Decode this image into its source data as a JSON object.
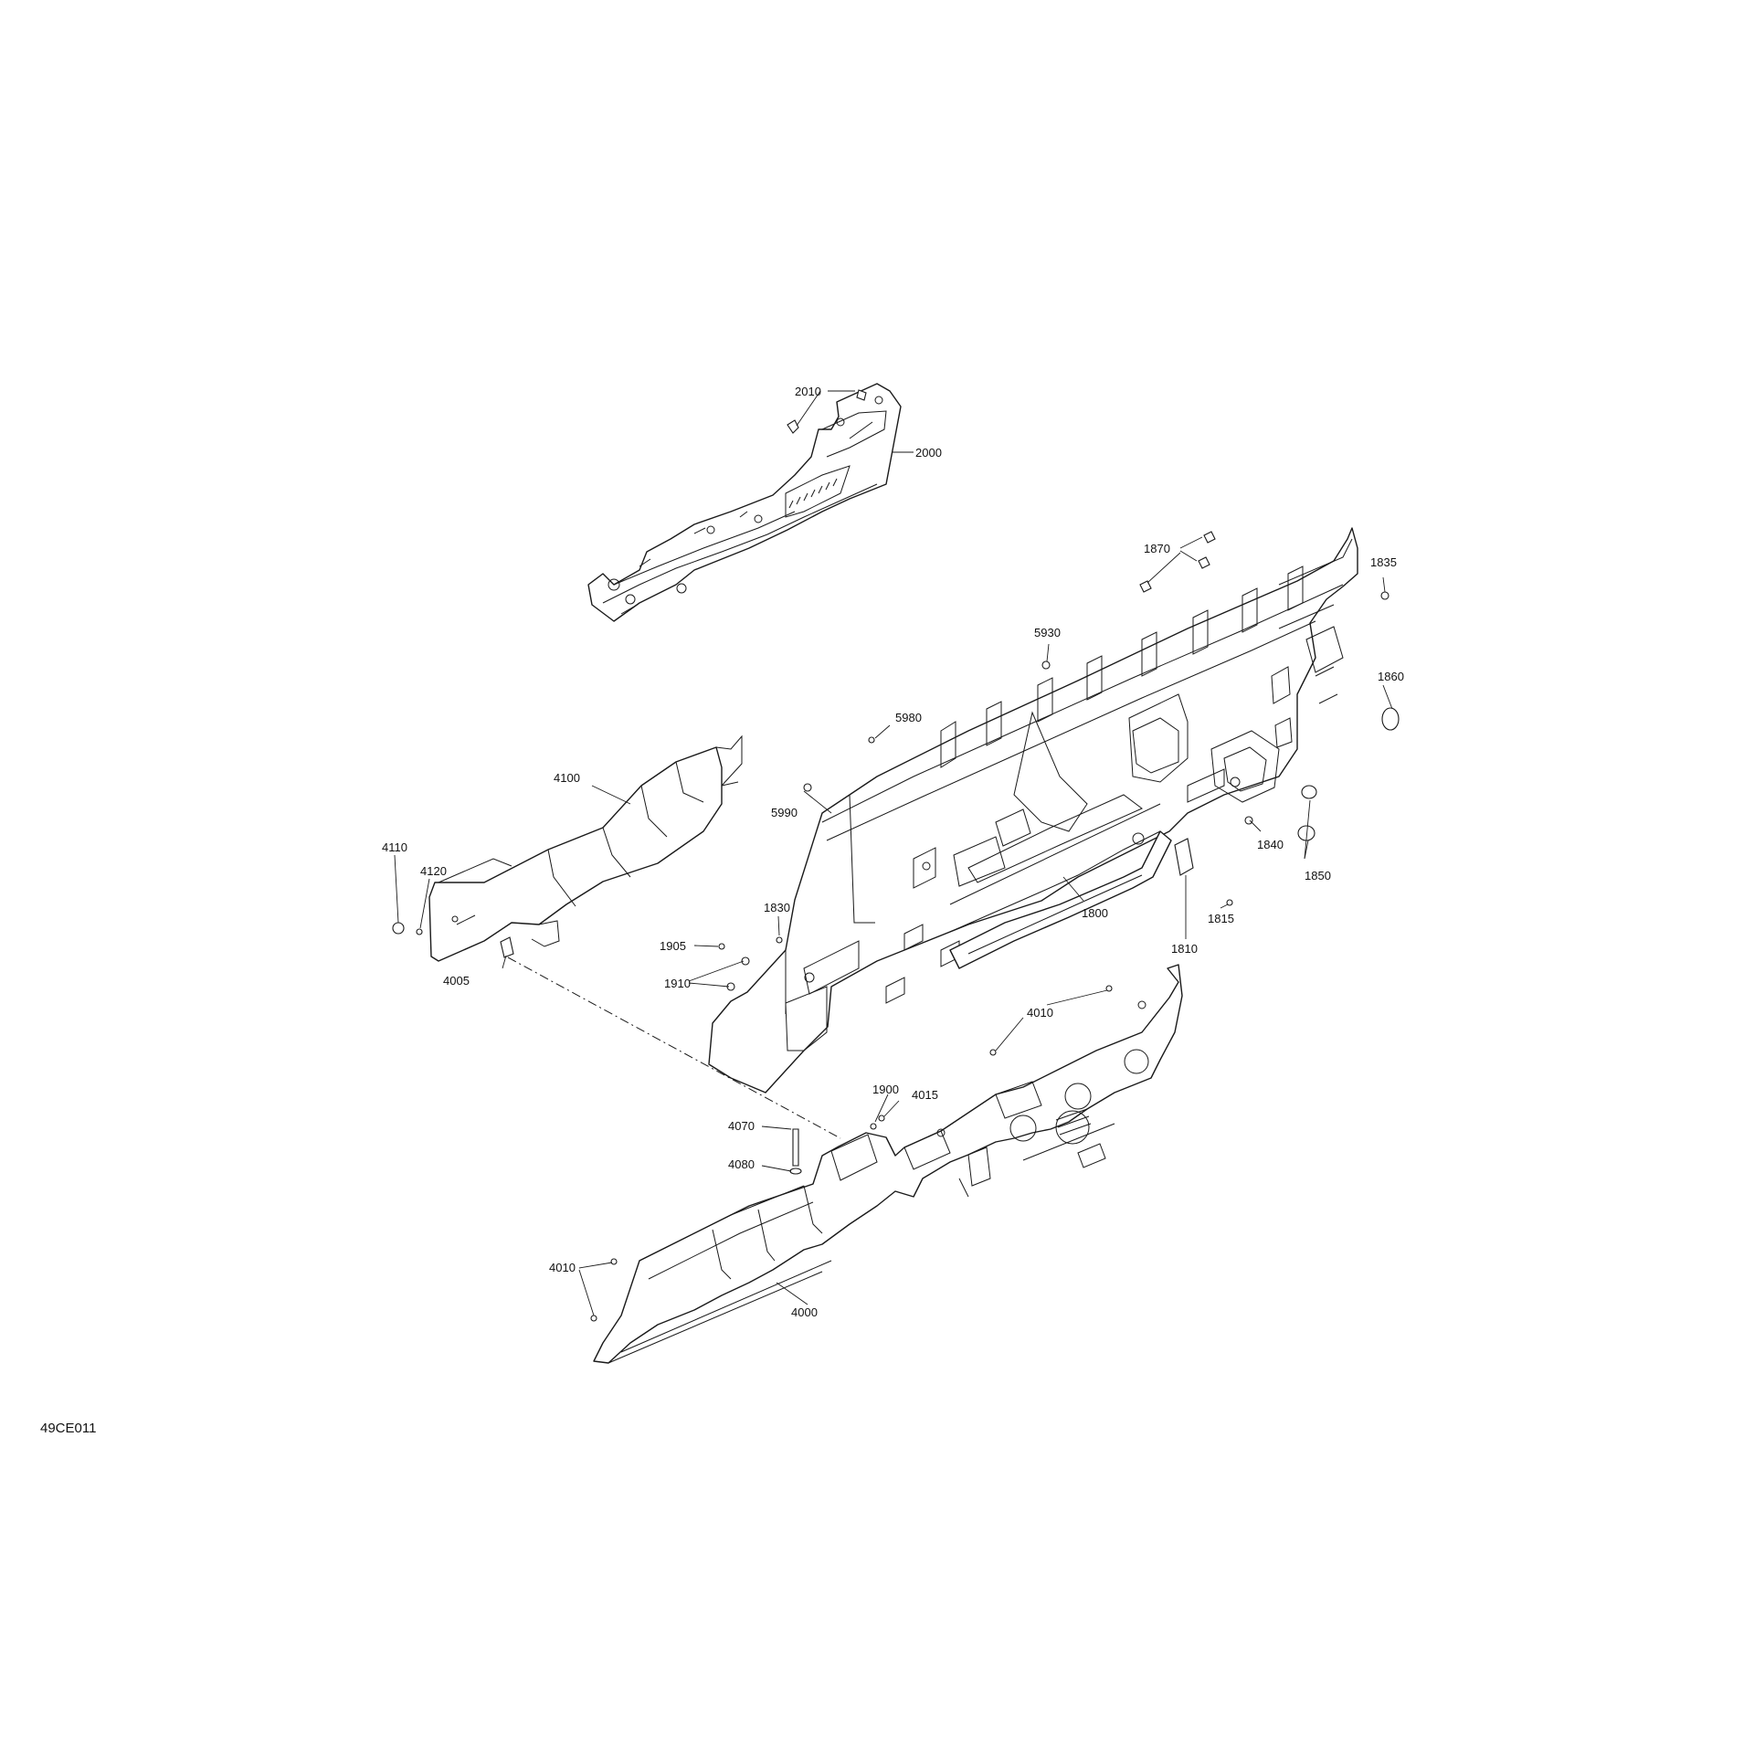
{
  "diagram_code": "49CE011",
  "callouts": {
    "c2010": "2010",
    "c2000": "2000",
    "c1870": "1870",
    "c1835": "1835",
    "c5930": "5930",
    "c1860": "1860",
    "c5980": "5980",
    "c4100": "4100",
    "c5990": "5990",
    "c4110": "4110",
    "c4120": "4120",
    "c1830": "1830",
    "c1840": "1840",
    "c1850": "1850",
    "c1810": "1810",
    "c1815": "1815",
    "c1800": "1800",
    "c1905": "1905",
    "c1910": "1910",
    "c4005": "4005",
    "c4010a": "4010",
    "c1900": "1900",
    "c4015": "4015",
    "c4070": "4070",
    "c4080": "4080",
    "c4010b": "4010",
    "c4000": "4000"
  }
}
